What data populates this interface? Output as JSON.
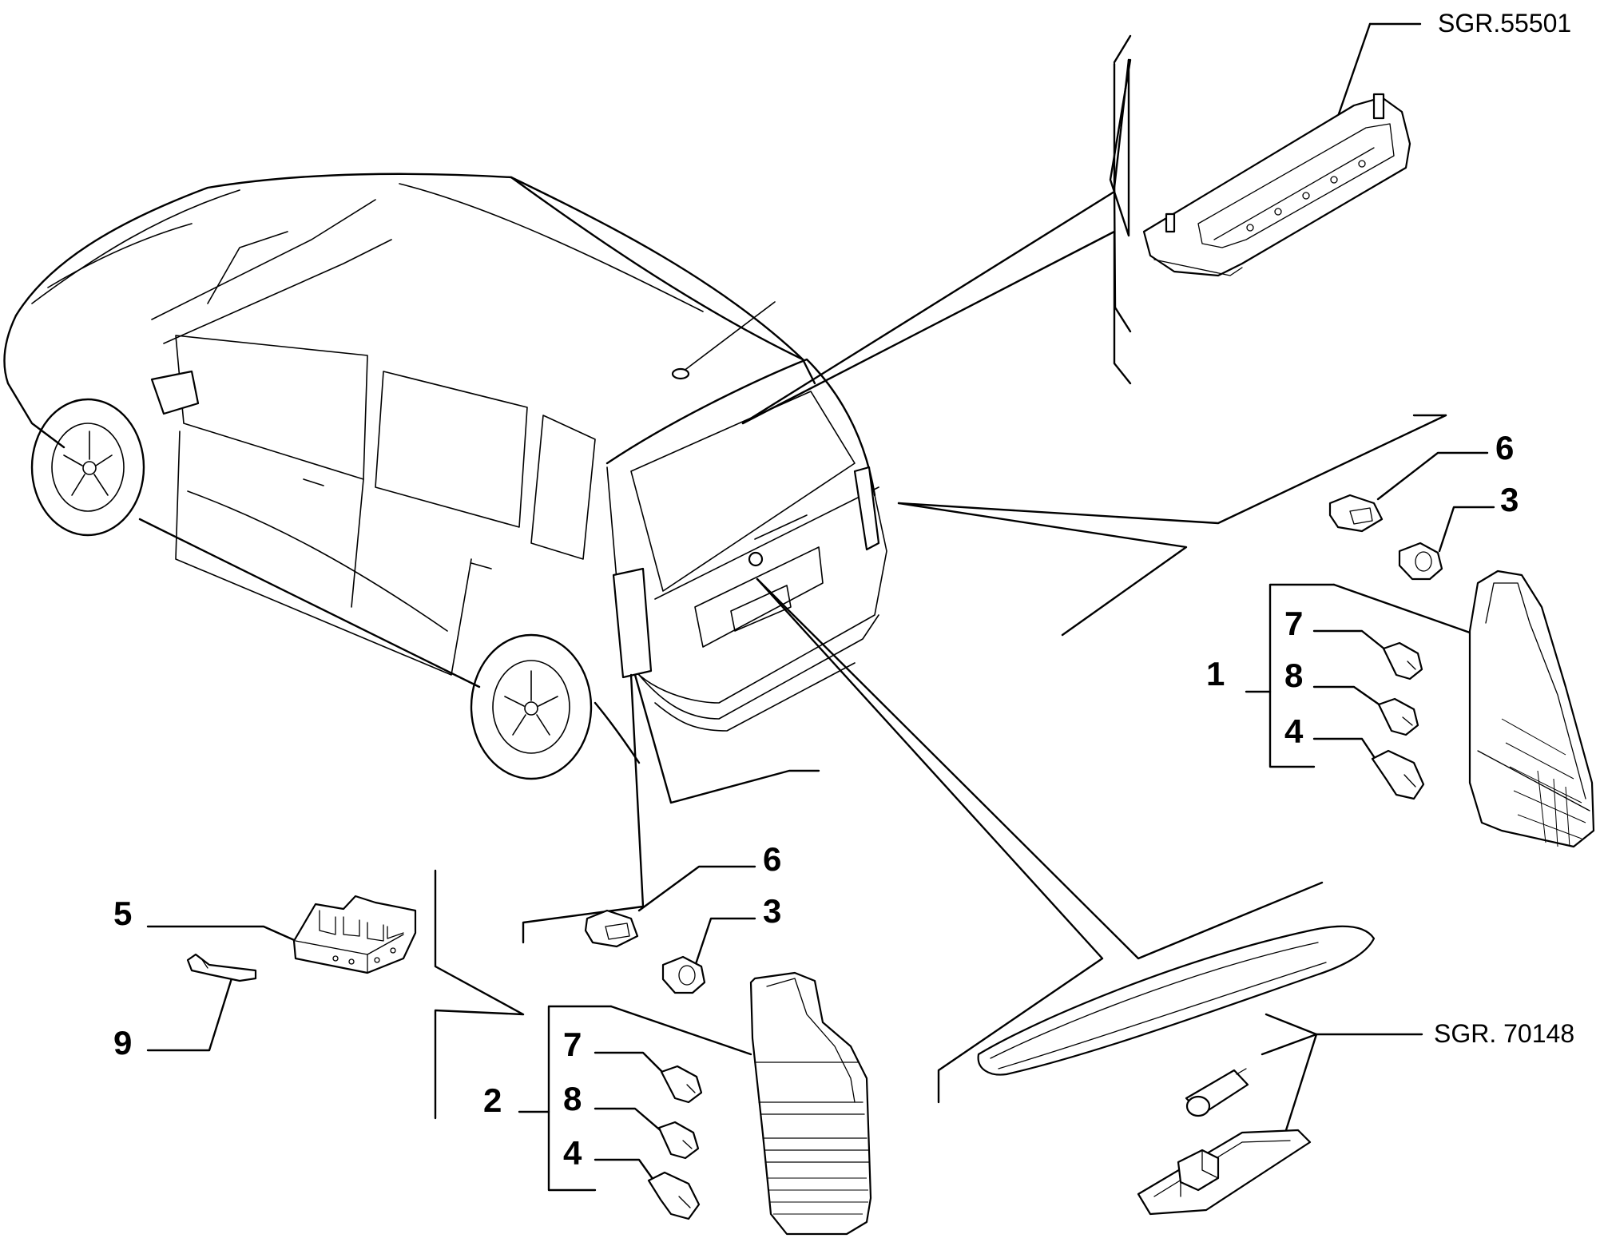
{
  "references": {
    "top_right": "SGR.55501",
    "bottom_right": "SGR. 70148"
  },
  "callouts": {
    "right_group": {
      "group": "1",
      "items": [
        "6",
        "3",
        "7",
        "8",
        "4"
      ]
    },
    "left_group": {
      "group": "2",
      "items": [
        "6",
        "3",
        "7",
        "8",
        "4"
      ]
    },
    "connector": "5",
    "terminal": "9"
  }
}
